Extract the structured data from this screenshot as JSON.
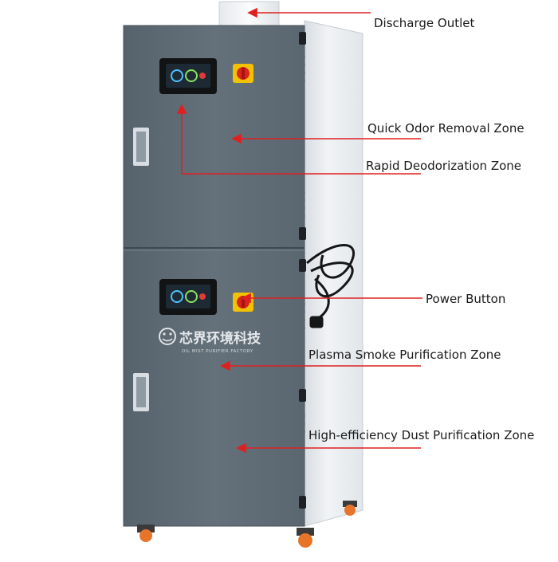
{
  "labels": {
    "discharge_outlet": "Discharge Outlet",
    "quick_odor_removal": "Quick Odor Removal Zone",
    "rapid_deodorization": "Rapid Deodorization Zone",
    "power_button": "Power Button",
    "plasma_smoke": "Plasma Smoke Purification Zone",
    "dust_purification": "High-efficiency Dust Purification Zone"
  },
  "brand": {
    "name": "芯界环境科技",
    "tagline": "OIL MIST PURIFIER FACTORY"
  },
  "colors": {
    "cabinet": "#5e6b75",
    "side_panel": "#e9ecef",
    "arrow": "#e02020",
    "caster": "#e8742a"
  }
}
